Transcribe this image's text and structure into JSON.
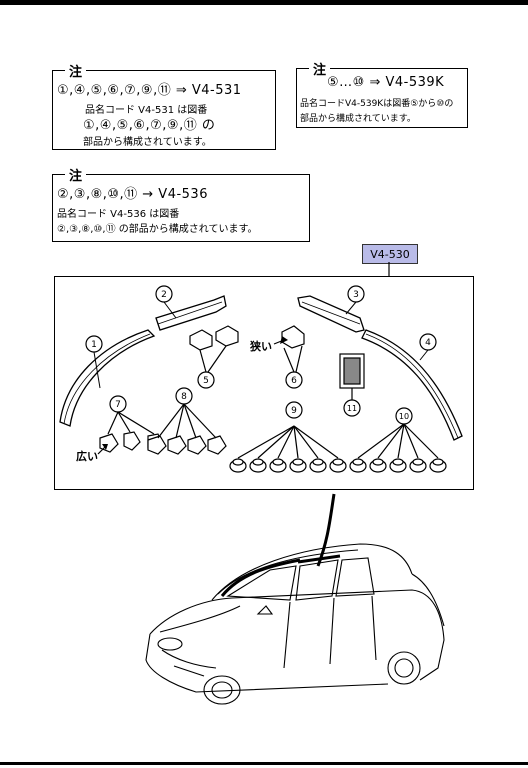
{
  "note1": {
    "tag": "注",
    "line1": "①,④,⑤,⑥,⑦,⑨,⑪ ⇒ V4-531",
    "line2": "品名コード V4-531 は図番",
    "line3": "①,④,⑤,⑥,⑦,⑨,⑪ の",
    "line4": "部品から構成されています。"
  },
  "note2": {
    "tag": "注",
    "line1": "⑤…⑩ ⇒ V4-539K",
    "line2": "品名コードV4-539Kは図番⑤から⑩の",
    "line3": "部品から構成されています。"
  },
  "note3": {
    "tag": "注",
    "line1": "②,③,⑧,⑩,⑪ → V4-536",
    "line2": "品名コード V4-536 は図番",
    "line3": "②,③,⑧,⑩,⑪ の部品から構成されています。"
  },
  "badge": "V4-530",
  "labels": {
    "narrow": "狭い",
    "wide": "広い"
  },
  "callouts": [
    "1",
    "2",
    "3",
    "4",
    "5",
    "6",
    "7",
    "8",
    "9",
    "10",
    "11"
  ]
}
